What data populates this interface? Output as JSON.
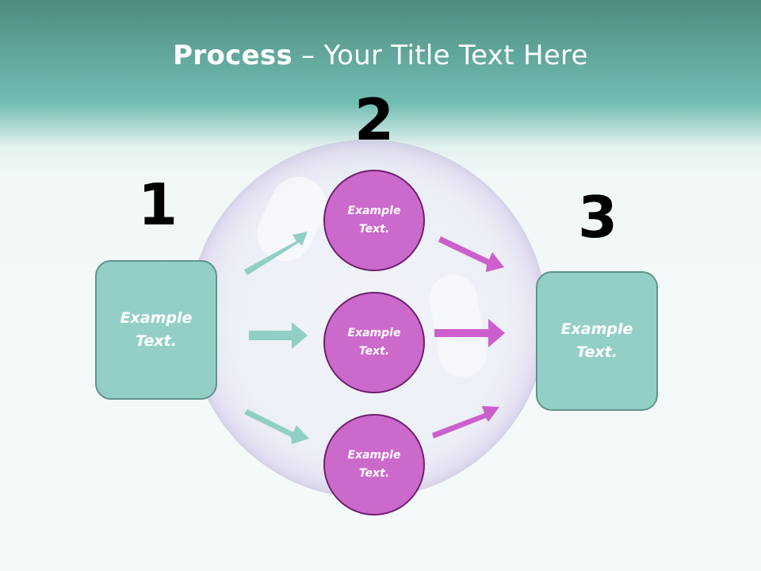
{
  "title": {
    "bold": "Process",
    "rest": " – Your Title Text Here"
  },
  "steps": {
    "one": "1",
    "two": "2",
    "three": "3"
  },
  "left_box": {
    "line1": "Example",
    "line2": "Text."
  },
  "right_box": {
    "line1": "Example",
    "line2": "Text."
  },
  "circles": [
    {
      "line1": "Example",
      "line2": "Text."
    },
    {
      "line1": "Example",
      "line2": "Text."
    },
    {
      "line1": "Example",
      "line2": "Text."
    }
  ],
  "colors": {
    "header": "#62a79c",
    "box_fill": "#94cfc7",
    "box_border": "#5e948c",
    "circle_fill": "#cc6acc",
    "circle_border": "#6e1f6e",
    "teal_arrow": "#8fcfc5",
    "pink_arrow": "#cc5fcc"
  }
}
